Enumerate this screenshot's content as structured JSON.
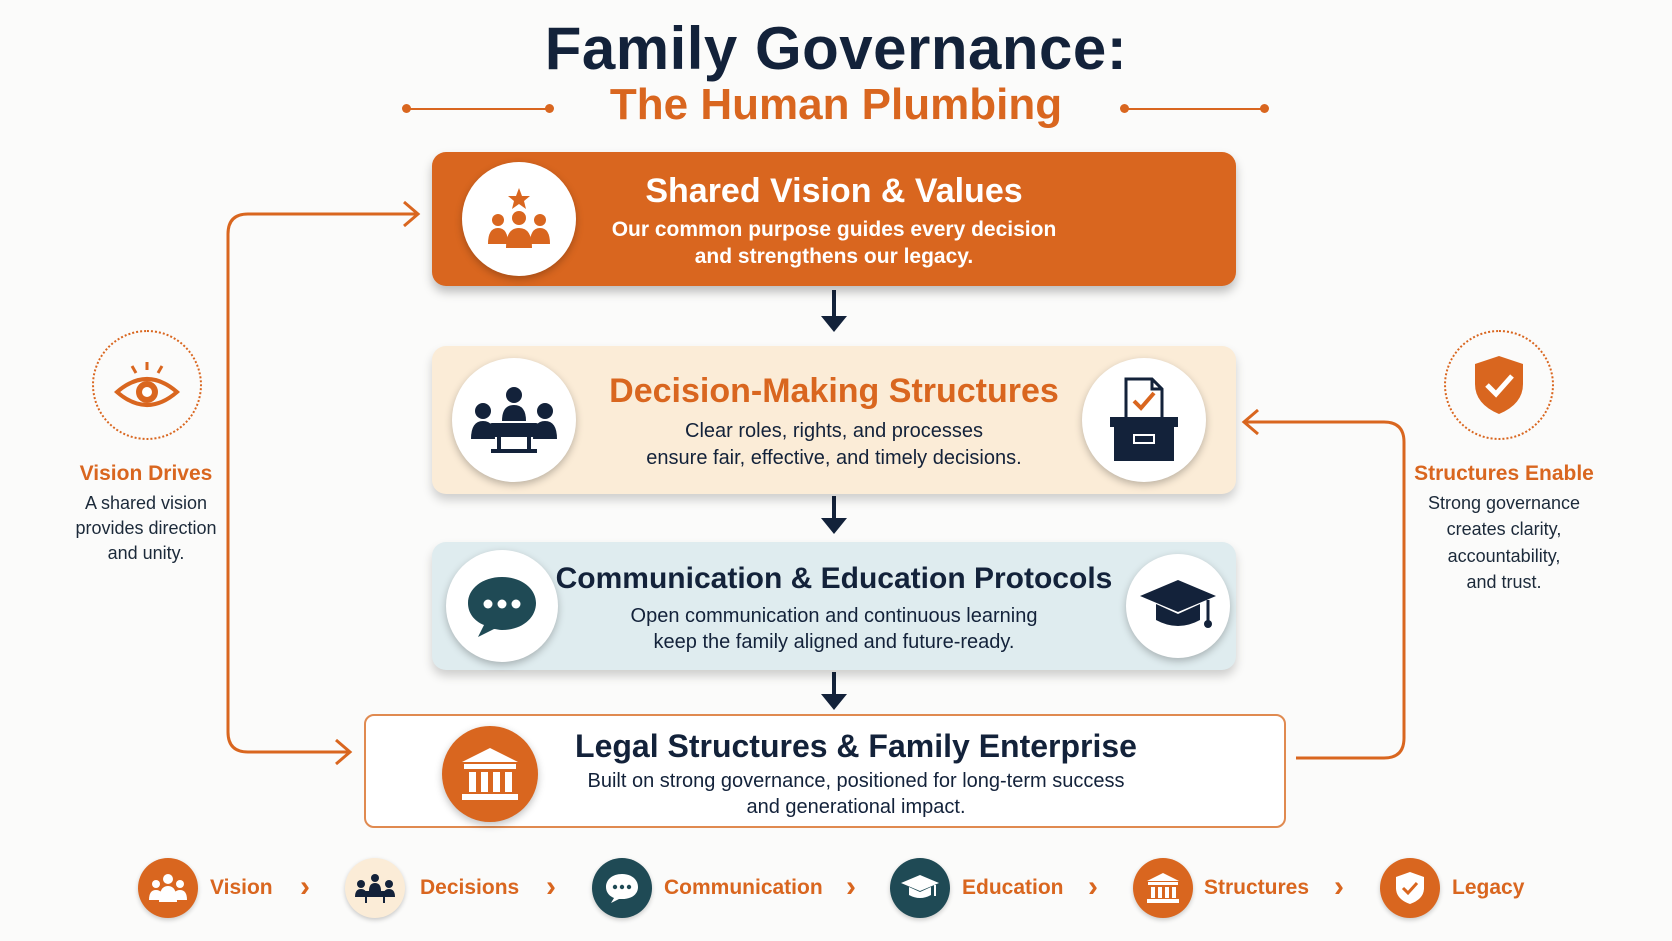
{
  "header": {
    "title": "Family Governance:",
    "subtitle": "The Human Plumbing"
  },
  "tiers": [
    {
      "title": "Shared Vision & Values",
      "line1": "Our common purpose guides every decision",
      "line2": "and strengthens our legacy.",
      "icon": "team-star-icon"
    },
    {
      "title": "Decision-Making Structures",
      "line1": "Clear roles, rights, and processes",
      "line2": "ensure fair, effective, and timely decisions.",
      "icon_left": "meeting-table-icon",
      "icon_right": "ballot-box-icon"
    },
    {
      "title": "Communication & Education Protocols",
      "line1": "Open communication and continuous learning",
      "line2": "keep the family aligned and future-ready.",
      "icon_left": "chat-bubble-icon",
      "icon_right": "graduation-cap-icon"
    },
    {
      "title": "Legal Structures & Family Enterprise",
      "line1": "Built on strong governance, positioned for long-term success",
      "line2": "and generational impact.",
      "icon": "institution-icon"
    }
  ],
  "left_panel": {
    "title": "Vision Drives",
    "lines": [
      "A shared vision",
      "provides direction",
      "and unity."
    ],
    "icon": "eye-icon"
  },
  "right_panel": {
    "title": "Structures Enable",
    "lines": [
      "Strong governance",
      "creates clarity,",
      "accountability,",
      "and trust."
    ],
    "icon": "shield-check-icon"
  },
  "legend": [
    {
      "label": "Vision",
      "icon": "team-icon"
    },
    {
      "label": "Decisions",
      "icon": "meeting-icon"
    },
    {
      "label": "Communication",
      "icon": "chat-icon"
    },
    {
      "label": "Education",
      "icon": "graduation-cap-icon"
    },
    {
      "label": "Structures",
      "icon": "institution-icon"
    },
    {
      "label": "Legacy",
      "icon": "shield-check-icon"
    }
  ],
  "colors": {
    "accent": "#d9661f",
    "navy": "#13223a",
    "decision_bg": "#fbecd7",
    "communication_bg": "#dfecef",
    "teal": "#1f4a55"
  }
}
